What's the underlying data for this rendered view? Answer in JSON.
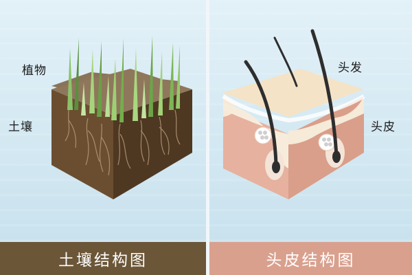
{
  "labels": {
    "plant": "植物",
    "soil": "土壤",
    "hair": "头发",
    "scalp": "头皮"
  },
  "captions": {
    "soil_structure": "土壤结构图",
    "scalp_structure": "头皮结构图"
  },
  "colors": {
    "soil_band": "#6b5638",
    "scalp_band": "#d9a08e",
    "background": "#dcedf5"
  }
}
